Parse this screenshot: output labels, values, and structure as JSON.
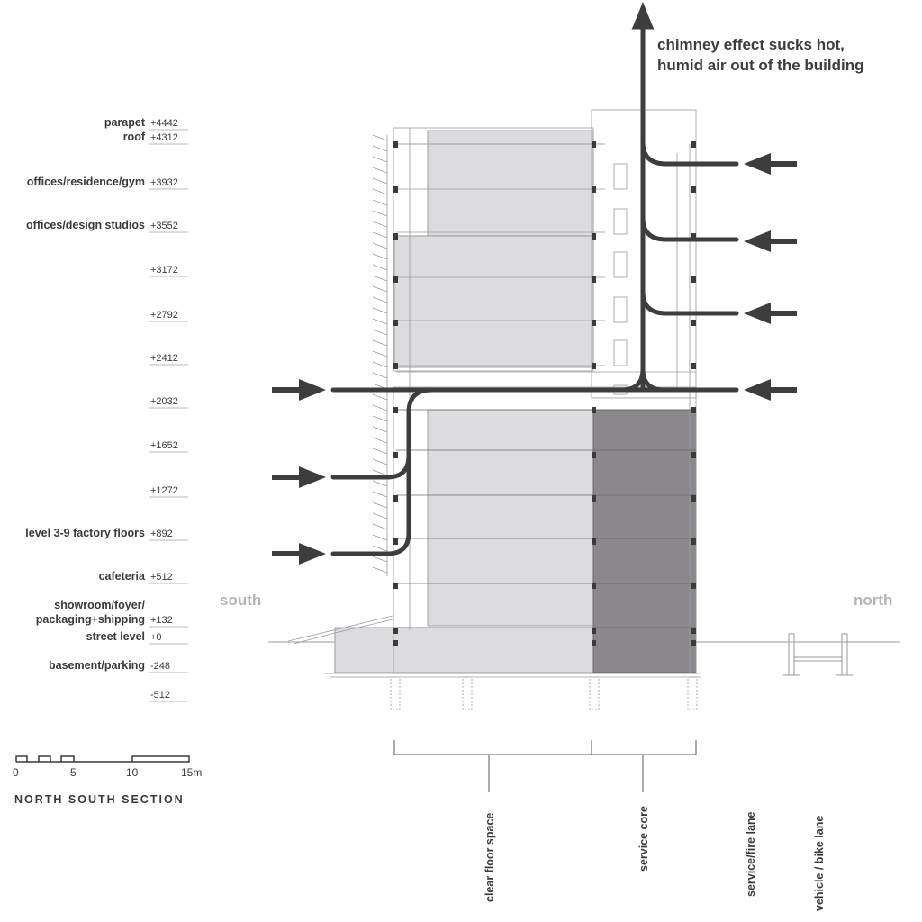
{
  "levels": [
    {
      "name": "parapet",
      "elev": "+4442"
    },
    {
      "name": "roof",
      "elev": "+4312"
    },
    {
      "name": "offices/residence/gym",
      "elev": "+3932"
    },
    {
      "name": "offices/design studios",
      "elev": "+3552"
    },
    {
      "name": "",
      "elev": "+3172"
    },
    {
      "name": "",
      "elev": "+2792"
    },
    {
      "name": "",
      "elev": "+2412"
    },
    {
      "name": "",
      "elev": "+2032"
    },
    {
      "name": "",
      "elev": "+1652"
    },
    {
      "name": "",
      "elev": "+1272"
    },
    {
      "name": "level 3-9 factory floors",
      "elev": "+892"
    },
    {
      "name": "cafeteria",
      "elev": "+512"
    },
    {
      "name": "showroom/foyer/",
      "elev": ""
    },
    {
      "name": "packaging+shipping",
      "elev": "+132"
    },
    {
      "name": "street level",
      "elev": "+0"
    },
    {
      "name": "basement/parking",
      "elev": "-248"
    },
    {
      "name": "",
      "elev": "-512"
    }
  ],
  "orientation": {
    "south": "south",
    "north": "north"
  },
  "caption": {
    "line1": "chimney effect sucks hot,",
    "line2": "humid air out of the building"
  },
  "zones": {
    "clear_floor": "clear floor space",
    "service_core": "service core",
    "fire_lane": "service/fire lane",
    "vehicle_lane": "vehicle / bike lane"
  },
  "scale_bar": {
    "ticks": [
      "0",
      "5",
      "10",
      "15m"
    ],
    "title": "NORTH SOUTH SECTION"
  },
  "colors": {
    "airflow": "#3d3d3d",
    "floor_fill": "#dcdcdf",
    "core_fill": "#8a888d",
    "line": "#8c8c8c"
  }
}
